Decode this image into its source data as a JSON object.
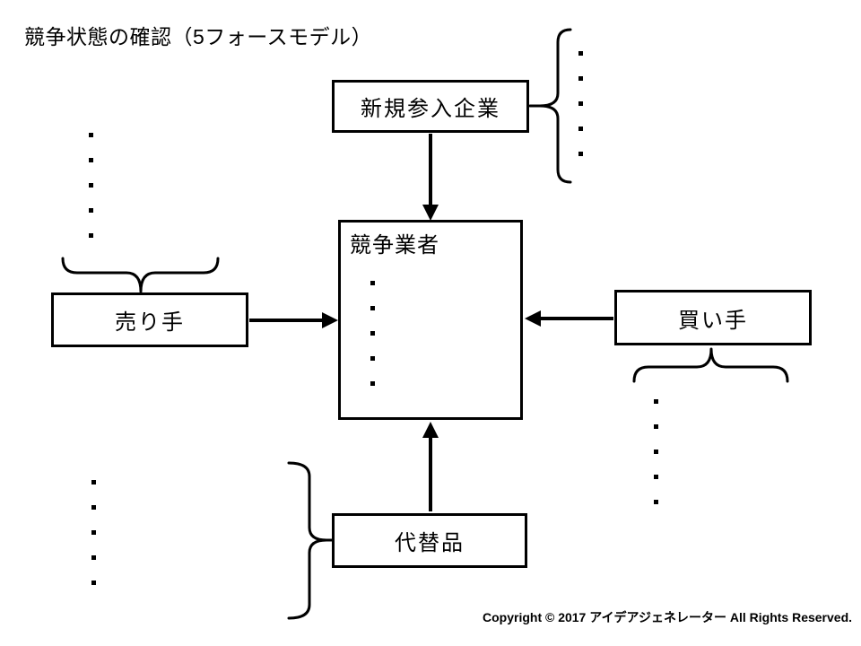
{
  "slide": {
    "title": "競争状態の確認（5フォースモデル）",
    "copyright": "Copyright © 2017 アイデアジェネレーター All Rights Reserved."
  },
  "boxes": {
    "new_entrants": {
      "label": "新規参入企業",
      "bullets": 5
    },
    "competitors": {
      "label": "競争業者",
      "bullets": 5
    },
    "sellers": {
      "label": "売り手",
      "bullets": 5
    },
    "buyers": {
      "label": "買い手",
      "bullets": 5
    },
    "substitutes": {
      "label": "代替品",
      "bullets": 5
    }
  },
  "colors": {
    "stroke": "#000000",
    "background": "#ffffff",
    "text": "#000000"
  }
}
